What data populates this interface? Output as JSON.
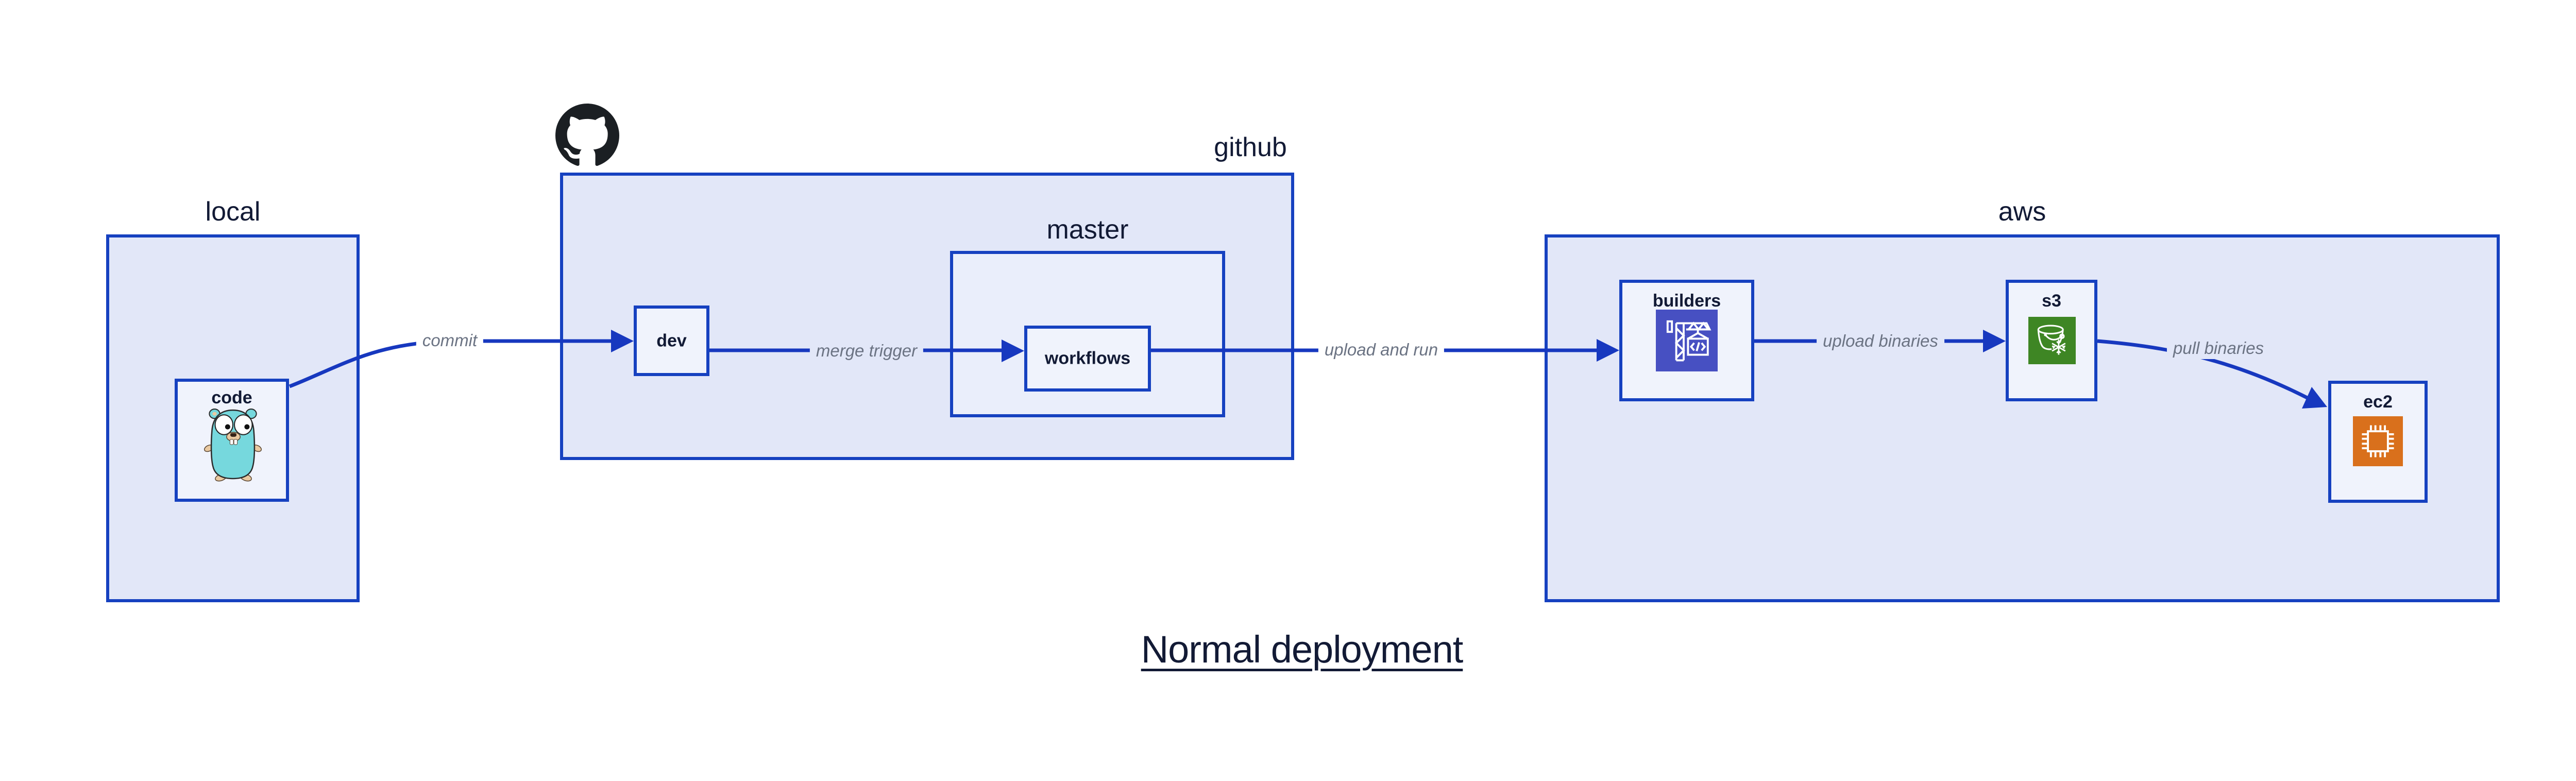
{
  "diagram": {
    "title": "Normal deployment",
    "groups": {
      "local": {
        "label": "local"
      },
      "github": {
        "label": "github"
      },
      "master": {
        "label": "master"
      },
      "aws": {
        "label": "aws"
      }
    },
    "nodes": {
      "code": {
        "label": "code",
        "icon": "go-gopher-icon"
      },
      "dev": {
        "label": "dev"
      },
      "workflows": {
        "label": "workflows"
      },
      "builders": {
        "label": "builders",
        "icon": "aws-codebuild-icon"
      },
      "s3": {
        "label": "s3",
        "icon": "aws-s3-glacier-bucket-icon"
      },
      "ec2": {
        "label": "ec2",
        "icon": "aws-ec2-chip-icon"
      }
    },
    "edges": [
      {
        "from": "code",
        "to": "dev",
        "label": "commit"
      },
      {
        "from": "dev",
        "to": "workflows",
        "label": "merge trigger"
      },
      {
        "from": "workflows",
        "to": "builders",
        "label": "upload and run"
      },
      {
        "from": "builders",
        "to": "s3",
        "label": "upload binaries"
      },
      {
        "from": "s3",
        "to": "ec2",
        "label": "pull binaries"
      }
    ],
    "colors": {
      "stroke_blue": "#1738bf",
      "border_blue": "#1641c0",
      "group_fill": "#e2e7f8",
      "subgroup_fill": "#eaeefb",
      "node_fill": "#f0f3fc",
      "text_navy": "#121a35",
      "edge_label_gray": "#6b7383",
      "codebuild_purple": "#4750c2",
      "glacier_green": "#3e8624",
      "ec2_orange": "#d9701c",
      "github_black": "#1b1f23",
      "gopher_teal": "#76d8dd"
    }
  }
}
